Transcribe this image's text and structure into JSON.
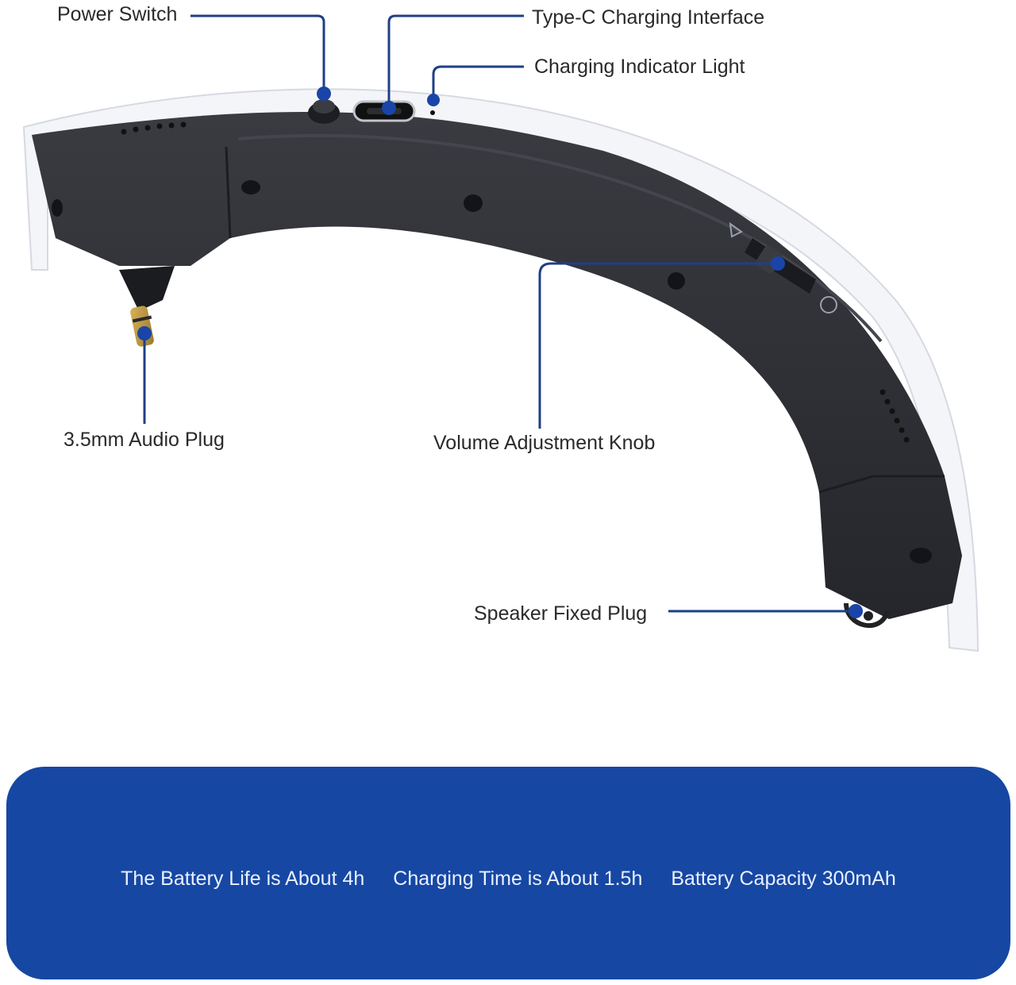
{
  "callouts": {
    "power_switch": "Power Switch",
    "type_c": "Type-C Charging Interface",
    "indicator": "Charging Indicator Light",
    "audio_plug": "3.5mm Audio Plug",
    "volume_knob": "Volume Adjustment Knob",
    "speaker_plug": "Speaker Fixed Plug"
  },
  "specs": [
    "The Battery Life is About 4h",
    "Charging Time is About 1.5h",
    "Battery Capacity 300mAh"
  ],
  "colors": {
    "accent": "#1647a3",
    "leader": "#1f3f86",
    "body": "#2b2c31",
    "shell": "#f4f5f8"
  }
}
